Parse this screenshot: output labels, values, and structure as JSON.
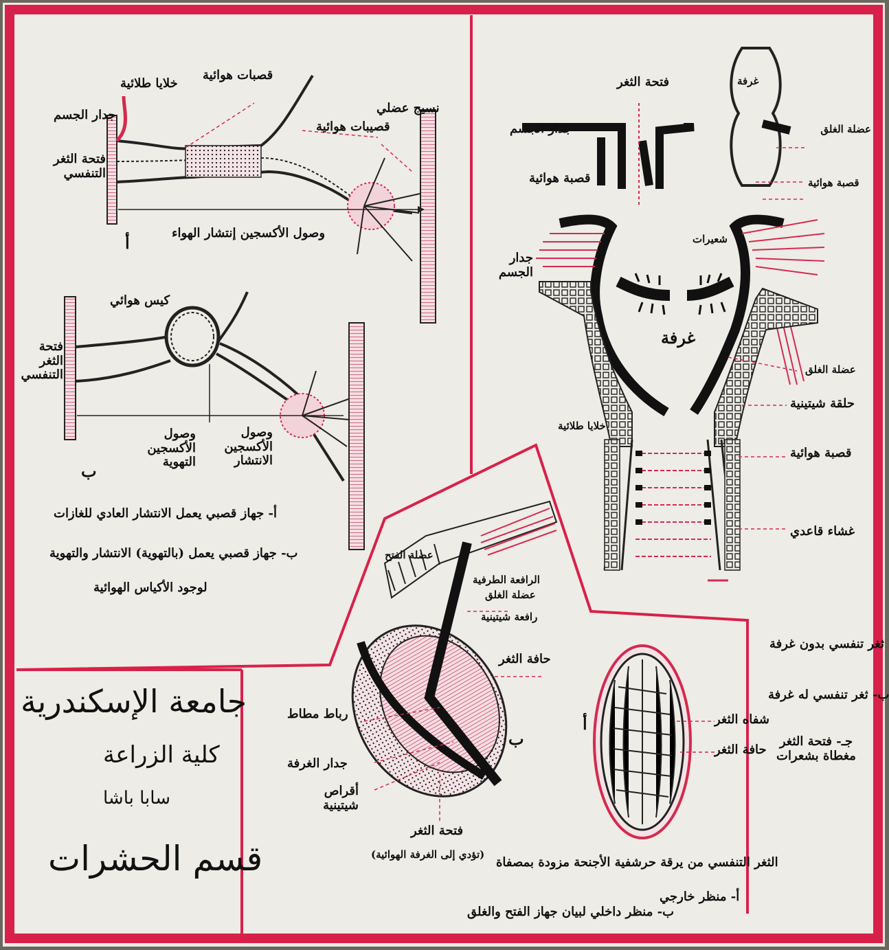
{
  "colors": {
    "paper": "#eeece6",
    "frame": "#d8214a",
    "ink": "#111111",
    "red_ink": "#d42a4e",
    "wall": "#e79aac"
  },
  "title_block": {
    "university": "جامعة الإسكندرية",
    "faculty": "كلية الزراعة",
    "location": "سابا باشا",
    "department": "قسم الحشرات"
  },
  "panel_top_left": {
    "diagram_a": {
      "letter": "أ",
      "labels": {
        "body_wall": "جدار الجسم",
        "hypodermis": "خلايا طلائية",
        "tracheae": "قصبات هوائية",
        "muscle": "نسيج عضلي",
        "tracheoles": "قصيبات هوائية",
        "spiracle": "فتحة الثغر التنفسي",
        "caption": "وصول الأكسجين إنتشار الهواء"
      }
    },
    "diagram_b": {
      "letter": "ب",
      "labels": {
        "air_sac": "كيس هوائي",
        "spiracle": "فتحة الثغر التنفسي",
        "oxygen_pump": "وصول الأكسجين التهوية",
        "oxygen_diffusion": "وصول الأكسجين الانتشار"
      }
    },
    "notes": [
      "أ- جهاز قصبي يعمل الانتشار العادي للغازات",
      "ب- جهاز قصبي يعمل (بالتهوية) الانتشار والتهوية",
      "لوجود الأكياس الهوائية"
    ]
  },
  "panel_right": {
    "labels": {
      "spiracle_opening": "فتحة الثغر",
      "atrium_top": "غرفة",
      "body_wall_1": "جدار الجسم",
      "trachea_1": "قصبة هوائية",
      "closing_muscle": "عضلة الغلق",
      "trachea_2": "قصبة هوائية",
      "setae_top": "شعيرات",
      "body_wall_2": "جدار الجسم",
      "atrium": "غرفة",
      "closing_muscle_2": "عضلة الغلق",
      "chitin_ring": "حلقة شيتينية",
      "hypodermis": "خلايا طلائية",
      "trachea_3": "قصبة هوائية",
      "intima": "غشاء قاعدي"
    },
    "notes": [
      "أ- ثغر تنفسي بدون غرفة",
      "ب- ثغر تنفسي له غرفة",
      "جـ- فتحة الثغر مغطاة بشعرات"
    ]
  },
  "panel_bottom": {
    "letters": [
      "ب",
      "أ"
    ],
    "labels": {
      "closing_muscle": "عضلة الغلق",
      "setae": "رافعة شيتينية",
      "spiracle_edge": "حافة الثغر",
      "valve": "رباط مطاط",
      "atrium_wall": "جدار الغرفة",
      "chitin_plates": "أقراص شيتينية",
      "spiracle_opening": "فتحة الثغر",
      "spiracle_opening_sub": "(تؤدي إلى الغرفة الهوائية)",
      "lip": "شفاه الثغر",
      "lip_edge": "حافة الثغر",
      "muscle_top": "عضلة الفتح",
      "dark_label": "الرافعة الطرفية"
    },
    "notes": [
      "الثغر التنفسي من يرقة حرشفية الأجنحة مزودة بمصفاة",
      "أ- منظر خارجي",
      "ب- منظر داخلي لبيان جهاز الفتح والغلق"
    ]
  }
}
